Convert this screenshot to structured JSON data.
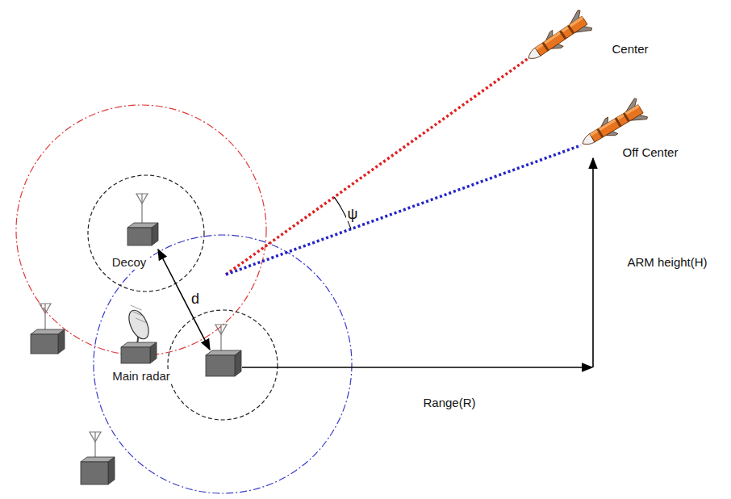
{
  "diagram": {
    "nodes": [
      {
        "text": [
          "Decoy"
        ]
      },
      {
        "text": [
          "Main radar"
        ]
      }
    ],
    "labels": [
      "Center",
      "Off Center",
      "ψ",
      "ARM height(H)",
      "d",
      "Range(R)"
    ]
  }
}
